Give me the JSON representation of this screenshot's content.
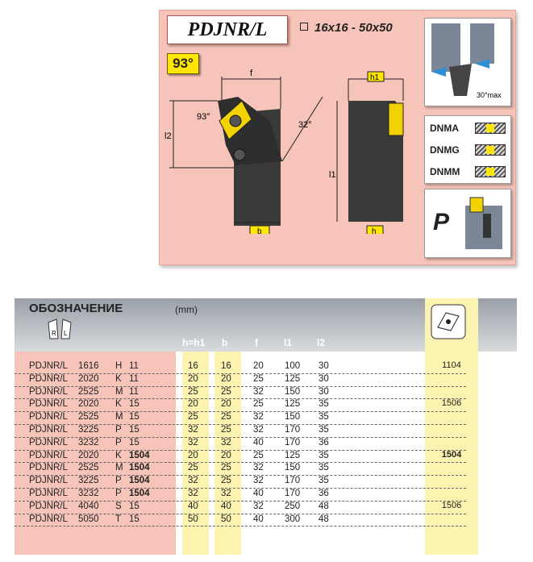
{
  "header": {
    "title": "PDJNR/L",
    "size_range": "16x16 - 50x50",
    "angle": "93°"
  },
  "drawing": {
    "dim_f": "f",
    "dim_h1": "h1",
    "dim_l2": "l2",
    "dim_l1": "l1",
    "dim_b": "b",
    "dim_h": "h",
    "angle_93": "93°",
    "angle_32": "32°",
    "angle_30max": "30°max"
  },
  "inserts": [
    "DNMA",
    "DNMG",
    "DNMM"
  ],
  "clamp_letter": "P",
  "table": {
    "title": "ОБОЗНАЧЕНИЕ",
    "unit": "(mm)",
    "hand_labels": [
      "R",
      "L"
    ],
    "columns": [
      "h=h1",
      "b",
      "f",
      "l1",
      "l2"
    ],
    "rows": [
      {
        "name": "PDJNR/L",
        "code": "1616",
        "cls": "H",
        "num": "11",
        "h": "16",
        "b": "16",
        "f": "20",
        "l1": "100",
        "l2": "30",
        "ins": "1104",
        "bold": false
      },
      {
        "name": "PDJNR/L",
        "code": "2020",
        "cls": "K",
        "num": "11",
        "h": "20",
        "b": "20",
        "f": "25",
        "l1": "125",
        "l2": "30",
        "ins": "",
        "bold": false
      },
      {
        "name": "PDJNR/L",
        "code": "2525",
        "cls": "M",
        "num": "11",
        "h": "25",
        "b": "25",
        "f": "32",
        "l1": "150",
        "l2": "30",
        "ins": "",
        "bold": false
      },
      {
        "name": "PDJNR/L",
        "code": "2020",
        "cls": "K",
        "num": "15",
        "h": "20",
        "b": "20",
        "f": "25",
        "l1": "125",
        "l2": "35",
        "ins": "1506",
        "bold": false
      },
      {
        "name": "PDJNR/L",
        "code": "2525",
        "cls": "M",
        "num": "15",
        "h": "25",
        "b": "25",
        "f": "32",
        "l1": "150",
        "l2": "35",
        "ins": "",
        "bold": false
      },
      {
        "name": "PDJNR/L",
        "code": "3225",
        "cls": "P",
        "num": "15",
        "h": "32",
        "b": "25",
        "f": "32",
        "l1": "170",
        "l2": "35",
        "ins": "",
        "bold": false
      },
      {
        "name": "PDJNR/L",
        "code": "3232",
        "cls": "P",
        "num": "15",
        "h": "32",
        "b": "32",
        "f": "40",
        "l1": "170",
        "l2": "36",
        "ins": "",
        "bold": false
      },
      {
        "name": "PDJNR/L",
        "code": "2020",
        "cls": "K",
        "num": "1504",
        "h": "20",
        "b": "20",
        "f": "25",
        "l1": "125",
        "l2": "35",
        "ins": "1504",
        "bold": true
      },
      {
        "name": "PDJNR/L",
        "code": "2525",
        "cls": "M",
        "num": "1504",
        "h": "25",
        "b": "25",
        "f": "32",
        "l1": "150",
        "l2": "35",
        "ins": "",
        "bold": true
      },
      {
        "name": "PDJNR/L",
        "code": "3225",
        "cls": "P",
        "num": "1504",
        "h": "32",
        "b": "25",
        "f": "32",
        "l1": "170",
        "l2": "35",
        "ins": "",
        "bold": true
      },
      {
        "name": "PDJNR/L",
        "code": "3232",
        "cls": "P",
        "num": "1504",
        "h": "32",
        "b": "32",
        "f": "40",
        "l1": "170",
        "l2": "36",
        "ins": "",
        "bold": true
      },
      {
        "name": "PDJNR/L",
        "code": "4040",
        "cls": "S",
        "num": "15",
        "h": "40",
        "b": "40",
        "f": "32",
        "l1": "250",
        "l2": "48",
        "ins": "1506",
        "bold": false
      },
      {
        "name": "PDJNR/L",
        "code": "5050",
        "cls": "T",
        "num": "15",
        "h": "50",
        "b": "50",
        "f": "40",
        "l1": "300",
        "l2": "48",
        "ins": "",
        "bold": false
      }
    ]
  }
}
